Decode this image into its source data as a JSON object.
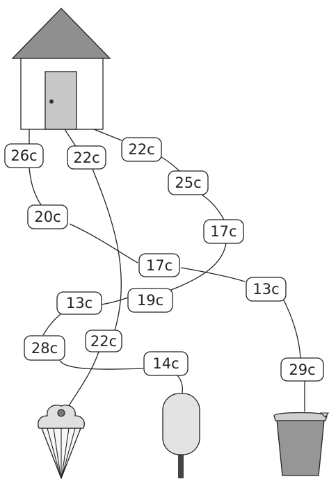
{
  "places": {
    "home": "house-icon",
    "treat_left": "ice-cream-cone-icon",
    "treat_middle": "ice-pop-icon",
    "treat_right": "drink-cup-icon"
  },
  "prices": {
    "p26": "26c",
    "p22a": "22c",
    "p22b": "22c",
    "p25": "25c",
    "p20": "20c",
    "p17a": "17c",
    "p17b": "17c",
    "p13a": "13c",
    "p19": "19c",
    "p13b": "13c",
    "p28": "28c",
    "p22c": "22c",
    "p14": "14c",
    "p29": "29c"
  },
  "colors": {
    "roof": "#8f8f8f",
    "door": "#c8c8c8",
    "pop": "#e3e3e3",
    "cup": "#969696",
    "cone": "#f7f7f7",
    "scoop": "#e0e0e0"
  }
}
